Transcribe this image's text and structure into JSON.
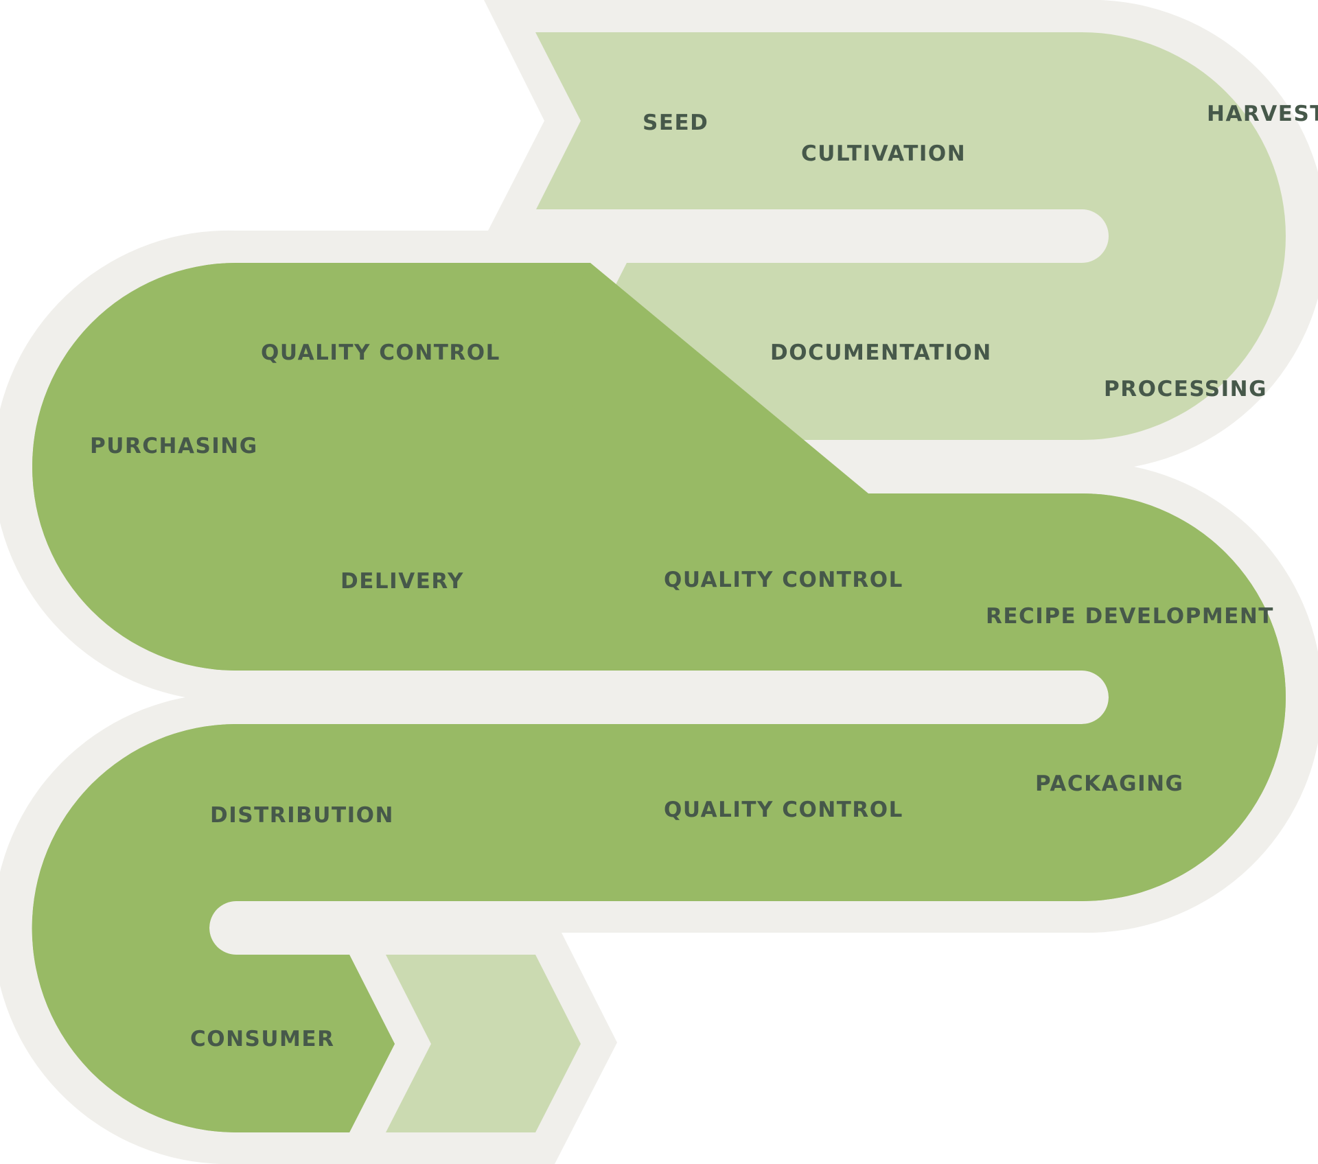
{
  "colors": {
    "background": "#ffffff",
    "outline": "#f0efeb",
    "light_green": "#cbdab1",
    "green": "#98ba65",
    "label_text": "#46584a"
  },
  "stages": {
    "seed": "SEED",
    "cultivation": "CULTIVATION",
    "harvest": "HARVEST",
    "processing": "PROCESSING",
    "documentation": "DOCUMENTATION",
    "quality_control_1": "QUALITY CONTROL",
    "purchasing": "PURCHASING",
    "delivery": "DELIVERY",
    "quality_control_2": "QUALITY CONTROL",
    "recipe_development": "RECIPE DEVELOPMENT",
    "packaging": "PACKAGING",
    "quality_control_3": "QUALITY CONTROL",
    "distribution": "DISTRIBUTION",
    "consumer": "CONSUMER"
  }
}
